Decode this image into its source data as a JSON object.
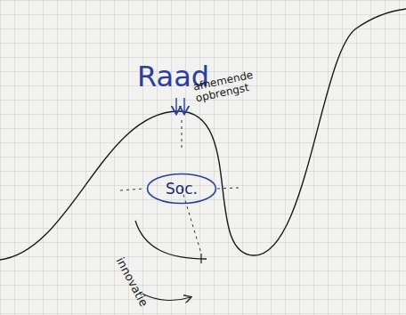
{
  "diagram": {
    "nodes": [
      {
        "text": [
          "Soc."
        ]
      }
    ],
    "labels": [
      "Raad",
      "afnemende opbrengst",
      "innovatie"
    ]
  }
}
